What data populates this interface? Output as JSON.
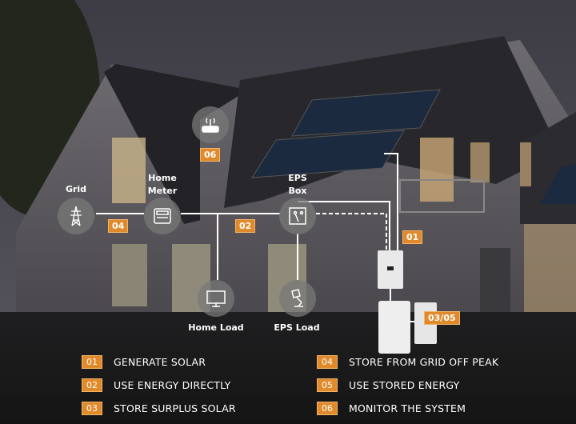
{
  "diagram": {
    "nodes": {
      "grid": {
        "label": "Grid",
        "icon": "power-tower-icon"
      },
      "home_meter": {
        "label_1": "Home",
        "label_2": "Meter",
        "icon": "meter-icon"
      },
      "eps_box": {
        "label_1": "EPS",
        "label_2": "Box",
        "icon": "switch-icon"
      },
      "home_load": {
        "label": "Home Load",
        "icon": "monitor-icon"
      },
      "eps_load": {
        "label": "EPS Load",
        "icon": "lamp-icon"
      },
      "monitor": {
        "icon": "wifi-router-icon"
      }
    },
    "badges": {
      "b04": "04",
      "b02": "02",
      "b06": "06",
      "b01": "01",
      "b0305": "03/05"
    },
    "accent": "#e08a2c"
  },
  "legend": [
    {
      "num": "01",
      "text": "GENERATE SOLAR"
    },
    {
      "num": "02",
      "text": "USE ENERGY DIRECTLY"
    },
    {
      "num": "03",
      "text": "STORE SURPLUS SOLAR"
    },
    {
      "num": "04",
      "text": "STORE FROM GRID OFF PEAK"
    },
    {
      "num": "05",
      "text": "USE STORED ENERGY"
    },
    {
      "num": "06",
      "text": "MONITOR THE SYSTEM"
    }
  ]
}
